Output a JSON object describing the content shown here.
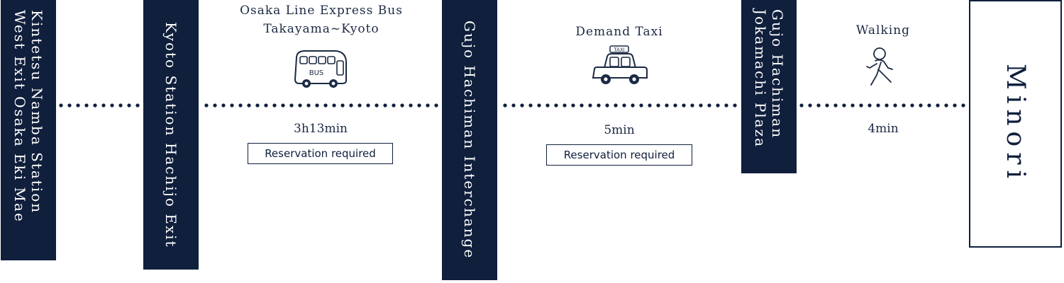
{
  "stations": [
    {
      "name": "Kintetsu Namba Station West Exit Osaka Eki Mae"
    },
    {
      "name": "Kyoto Station Hachijo Exit"
    },
    {
      "name": "Gujo Hachiman Interchange"
    },
    {
      "name": "Gujo Hachiman Jokamachi Plaza"
    },
    {
      "name": "Minori"
    }
  ],
  "segments": [
    {
      "mode_line1": "Osaka Line Express Bus",
      "mode_line2": "Takayama~Kyoto",
      "icon": "bus-icon",
      "icon_text": "BUS",
      "duration": "3h13min",
      "note": "Reservation required"
    },
    {
      "mode_line1": "Demand Taxi",
      "icon": "taxi-icon",
      "icon_text": "TAXI",
      "duration": "5min",
      "note": "Reservation required"
    },
    {
      "mode_line1": "Walking",
      "icon": "walking-person-icon",
      "duration": "4min"
    }
  ],
  "colors": {
    "navy": "#0f1f3c",
    "background": "#ffffff"
  }
}
